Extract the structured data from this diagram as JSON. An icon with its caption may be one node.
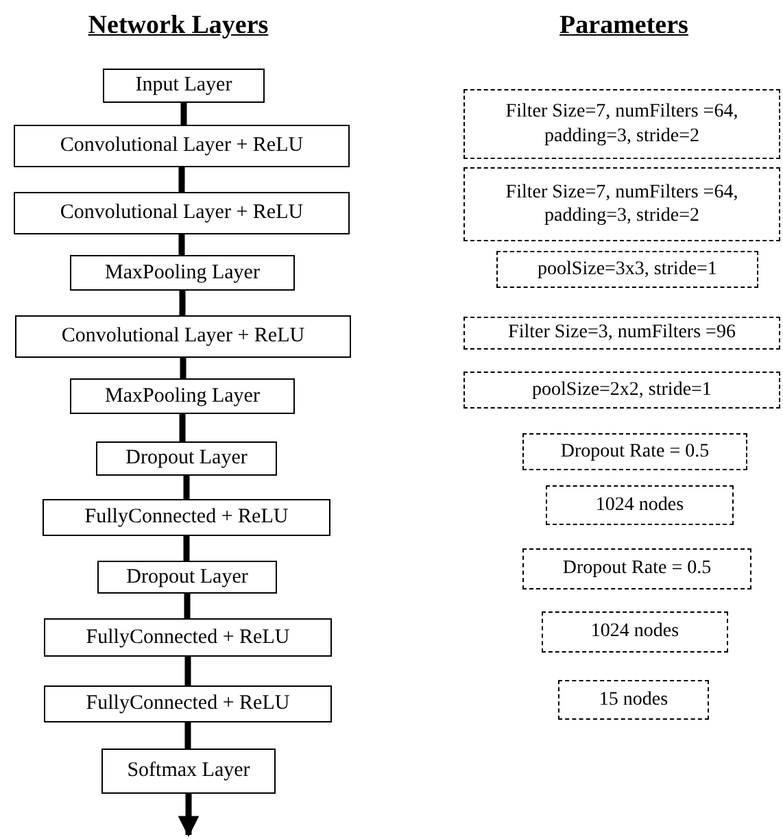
{
  "diagram": {
    "nodes": [
      {
        "text": [
          "Input Layer"
        ]
      },
      {
        "text": [
          "Convolutional Layer + ReLU"
        ]
      },
      {
        "text": [
          "Convolutional Layer + ReLU"
        ]
      },
      {
        "text": [
          "MaxPooling Layer"
        ]
      },
      {
        "text": [
          "Convolutional Layer + ReLU"
        ]
      },
      {
        "text": [
          "MaxPooling Layer"
        ]
      },
      {
        "text": [
          "Dropout Layer"
        ]
      },
      {
        "text": [
          "FullyConnected + ReLU"
        ]
      },
      {
        "text": [
          "Dropout Layer"
        ]
      },
      {
        "text": [
          "FullyConnected + ReLU"
        ]
      },
      {
        "text": [
          "FullyConnected + ReLU"
        ]
      },
      {
        "text": [
          "Softmax Layer"
        ]
      },
      {
        "text": [
          "Filter Size=7, numFilters =64, padding=3, stride=2"
        ]
      },
      {
        "text": [
          "Filter Size=7, numFilters =64, padding=3, stride=2"
        ]
      },
      {
        "text": [
          "poolSize=3x3, stride=1"
        ]
      },
      {
        "text": [
          "Filter Size=3, numFilters =96"
        ]
      },
      {
        "text": [
          "poolSize=2x2, stride=1"
        ]
      },
      {
        "text": [
          "Dropout Rate = 0.5"
        ]
      },
      {
        "text": [
          "1024 nodes"
        ]
      },
      {
        "text": [
          "Dropout Rate = 0.5"
        ]
      },
      {
        "text": [
          "1024 nodes"
        ]
      },
      {
        "text": [
          "15 nodes"
        ]
      }
    ],
    "edges": [
      {
        "from": 0,
        "to": 1,
        "arrow": "none"
      },
      {
        "from": 1,
        "to": 2,
        "arrow": "none"
      },
      {
        "from": 2,
        "to": 3,
        "arrow": "none"
      },
      {
        "from": 3,
        "to": 4,
        "arrow": "none"
      },
      {
        "from": 4,
        "to": 5,
        "arrow": "none"
      },
      {
        "from": 5,
        "to": 6,
        "arrow": "none"
      },
      {
        "from": 6,
        "to": 7,
        "arrow": "none"
      },
      {
        "from": 7,
        "to": 8,
        "arrow": "none"
      },
      {
        "from": 8,
        "to": 9,
        "arrow": "none"
      },
      {
        "from": 9,
        "to": 10,
        "arrow": "none"
      },
      {
        "from": 10,
        "to": 11,
        "arrow": "none"
      },
      {
        "from": 11,
        "to": null,
        "arrow": "to"
      }
    ],
    "labels": [
      "Network Layers",
      "Parameters"
    ]
  }
}
